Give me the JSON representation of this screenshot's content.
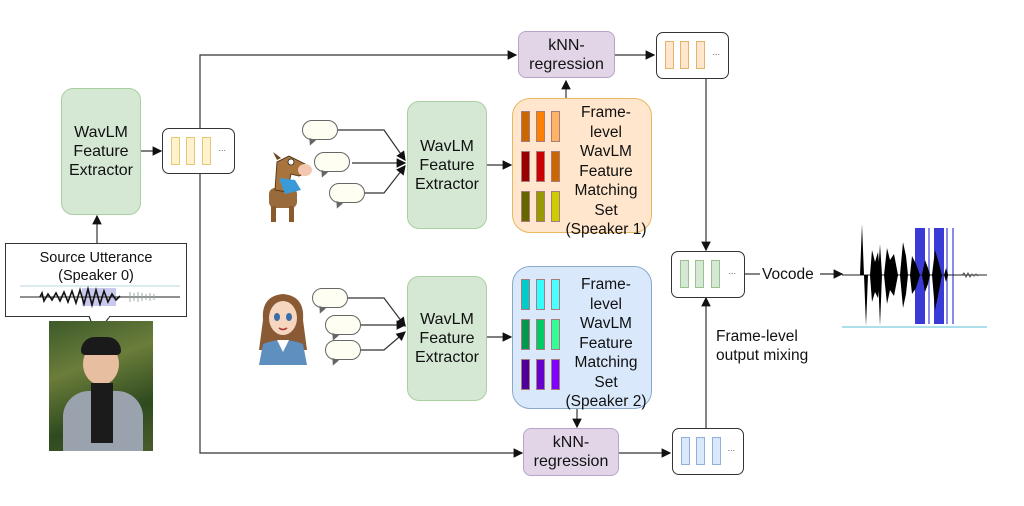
{
  "source": {
    "callout_title": "Source Utterance",
    "callout_subtitle": "(Speaker 0)",
    "photo_icon": "source-speaker-photo",
    "waveform_icon": "source-waveform"
  },
  "extractors": {
    "source_label": [
      "WavLM",
      "Feature",
      "Extractor"
    ],
    "speaker1_label": [
      "WavLM",
      "Feature",
      "Extractor"
    ],
    "speaker2_label": [
      "WavLM",
      "Feature",
      "Extractor"
    ]
  },
  "matching_sets": {
    "speaker1": {
      "lines": [
        "Frame-",
        "level",
        "WavLM",
        "Feature",
        "Matching",
        "Set",
        "(Speaker 1)"
      ],
      "bar_colors": [
        "#cc6600",
        "#ff8000",
        "#ffb366",
        "#990000",
        "#cc0000",
        "#cc6600",
        "#666600",
        "#999900",
        "#cccc00"
      ],
      "speaker_icon": "horse-cartoon-icon"
    },
    "speaker2": {
      "lines": [
        "Frame-",
        "level",
        "WavLM",
        "Feature",
        "Matching",
        "Set",
        "(Speaker 2)"
      ],
      "bar_colors": [
        "#00cccc",
        "#33ffff",
        "#4dffff",
        "#00994d",
        "#00cc66",
        "#33ff99",
        "#4c0099",
        "#6600cc",
        "#8000ff"
      ],
      "speaker_icon": "anime-woman-icon"
    }
  },
  "knn": {
    "top_label": [
      "kNN-",
      "regression"
    ],
    "bottom_label": [
      "kNN-",
      "regression"
    ]
  },
  "vectors": {
    "ellipsis": "..."
  },
  "mixing": {
    "label_lines": [
      "Frame-level",
      "output mixing"
    ]
  },
  "vocode": {
    "label": "Vocode",
    "output_waveform_icon": "output-waveform"
  },
  "colors": {
    "extractor_fill": "#d5e8d4",
    "knn_fill": "#e1d5e7",
    "speaker1_set_fill": "#ffe6cc",
    "speaker2_set_fill": "#dae8fc",
    "waveform_highlight": "#3333dd"
  }
}
